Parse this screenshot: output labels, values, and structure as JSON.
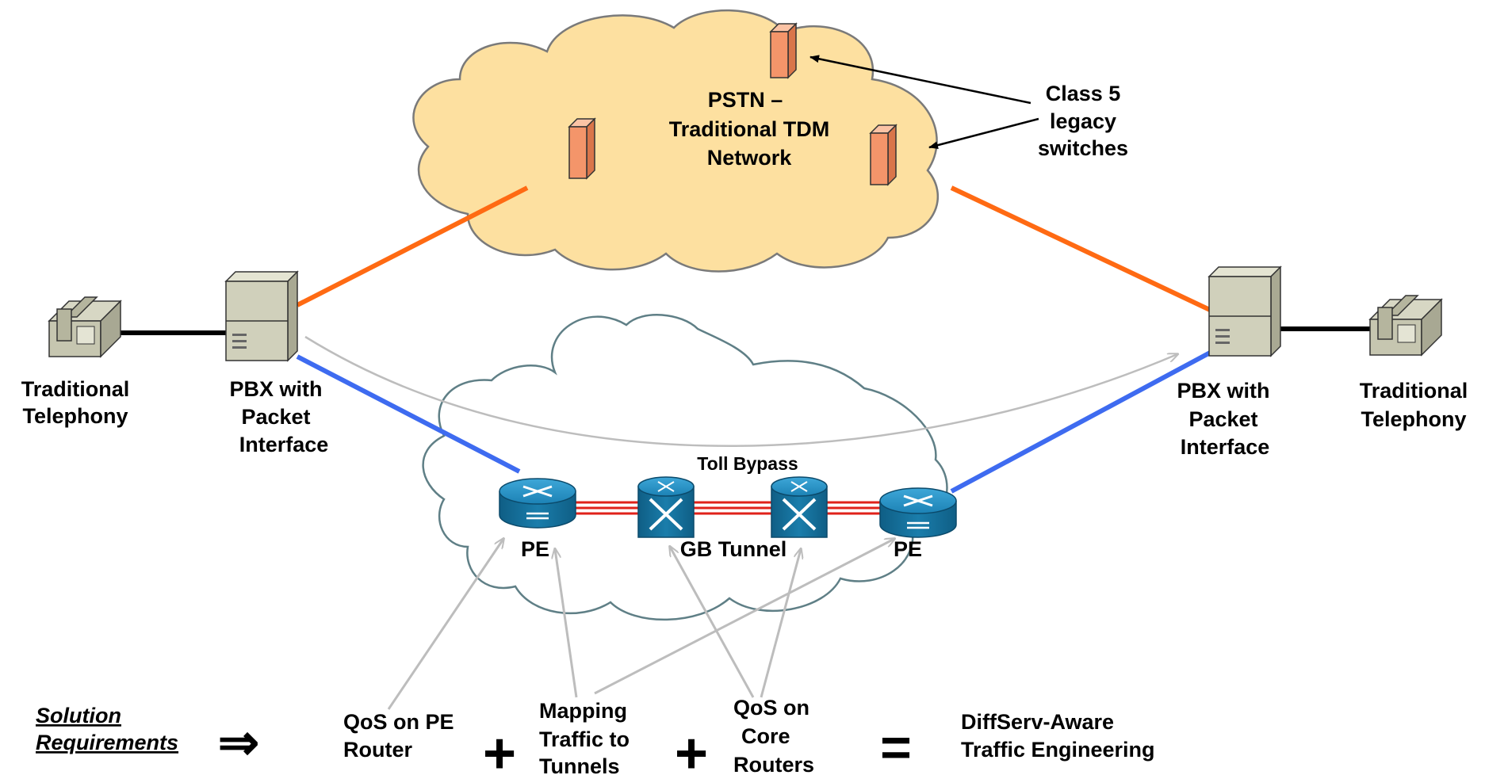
{
  "pstn": {
    "line1": "PSTN –",
    "line2": "Traditional TDM",
    "line3": "Network"
  },
  "class5": {
    "line1": "Class 5",
    "line2": "legacy",
    "line3": "switches"
  },
  "left_phone": {
    "line1": "Traditional",
    "line2": "Telephony"
  },
  "right_phone": {
    "line1": "Traditional",
    "line2": "Telephony"
  },
  "left_pbx": {
    "line1": "PBX with",
    "line2": "Packet",
    "line3": "Interface"
  },
  "right_pbx": {
    "line1": "PBX with",
    "line2": "Packet",
    "line3": "Interface"
  },
  "toll_bypass": "Toll Bypass",
  "pe_left": "PE",
  "pe_right": "PE",
  "gb_tunnel": "GB Tunnel",
  "solution": {
    "line1": "Solution",
    "line2": "Requirements"
  },
  "implies": "⇒",
  "req1": {
    "line1": "QoS on PE",
    "line2": "Router"
  },
  "req2": {
    "line1": "Mapping",
    "line2": "Traffic to",
    "line3": "Tunnels"
  },
  "req3": {
    "line1": "QoS on",
    "line2": "Core",
    "line3": "Routers"
  },
  "plus": "+",
  "equals": "=",
  "result": {
    "line1": "DiffServ-Aware",
    "line2": "Traffic Engineering"
  },
  "colors": {
    "pstn_cloud": "#fde0a0",
    "switch": "#f4956a",
    "orange_link": "#ff6a13",
    "blue_link": "#3e6bf0",
    "tunnel": "#e0221a",
    "router": "#1a7dab",
    "arrow_gray": "#c0c0c0"
  }
}
